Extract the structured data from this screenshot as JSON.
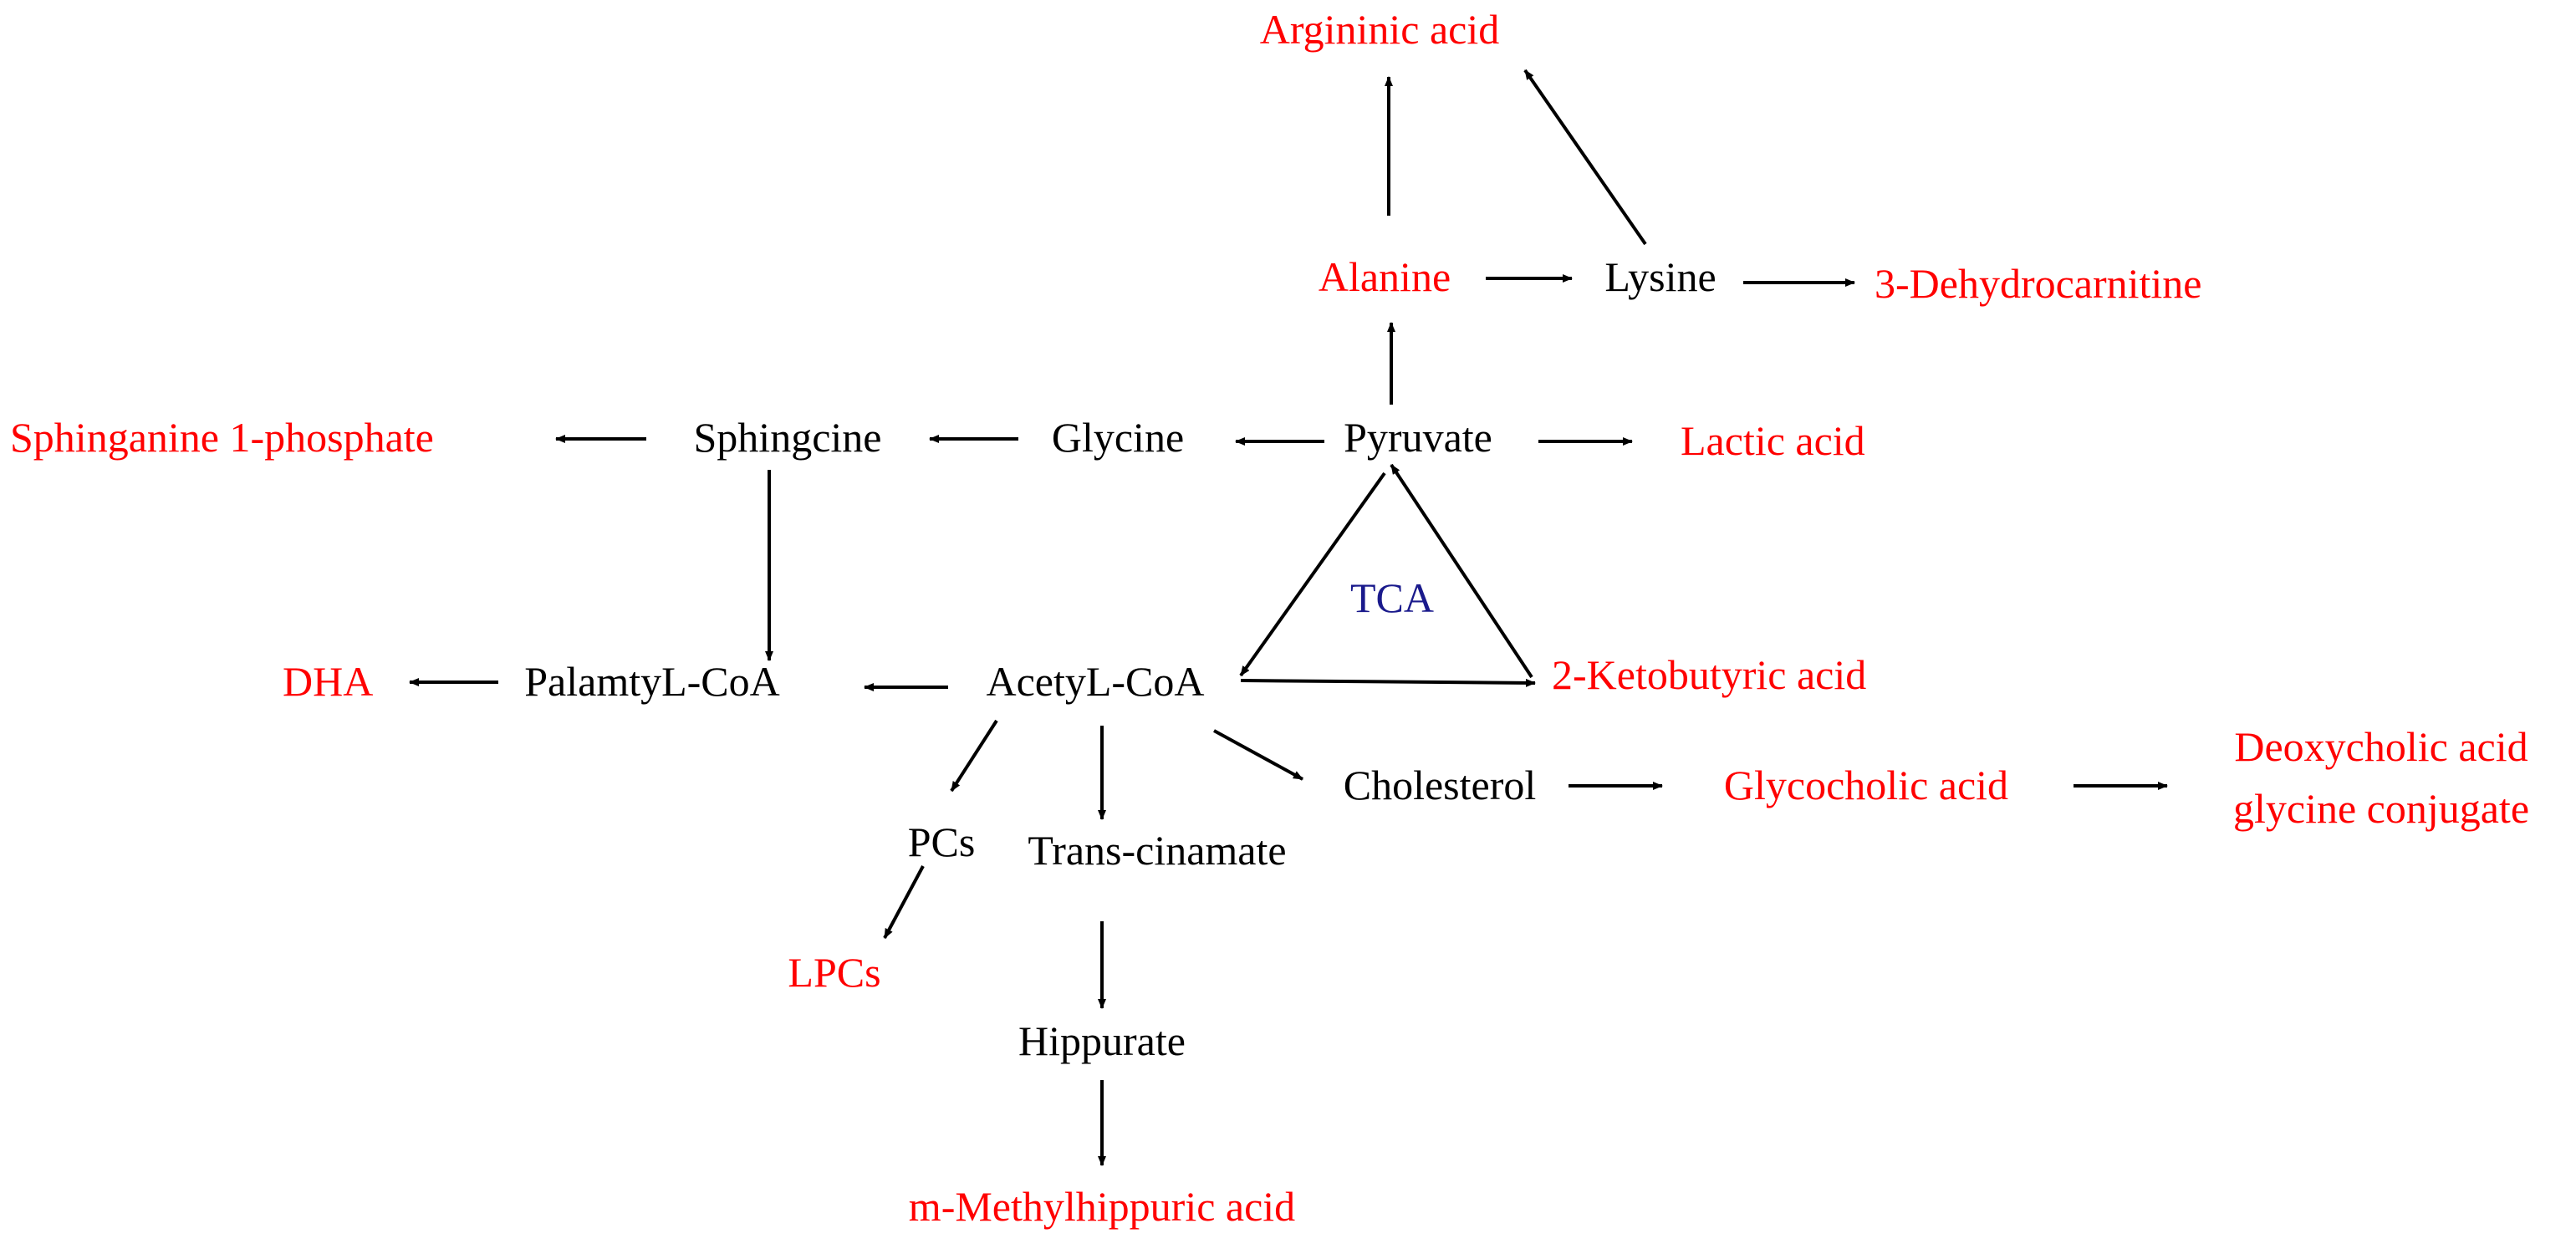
{
  "colors": {
    "metabolite": "#ff0000",
    "intermediate": "#000000",
    "cycle": "#1a1a8c"
  },
  "nodes": {
    "argininic_acid": {
      "label": "Argininic acid",
      "kind": "metabolite"
    },
    "alanine": {
      "label": "Alanine",
      "kind": "metabolite"
    },
    "lysine": {
      "label": "Lysine",
      "kind": "intermediate"
    },
    "dehydrocarnitine": {
      "label": "3-Dehydrocarnitine",
      "kind": "metabolite"
    },
    "sphinganine_phosphate": {
      "label": "Sphinganine 1-phosphate",
      "kind": "metabolite"
    },
    "sphingcine": {
      "label": "Sphingcine",
      "kind": "intermediate"
    },
    "glycine": {
      "label": "Glycine",
      "kind": "intermediate"
    },
    "pyruvate": {
      "label": "Pyruvate",
      "kind": "intermediate"
    },
    "lactic_acid": {
      "label": "Lactic acid",
      "kind": "metabolite"
    },
    "tca": {
      "label": "TCA",
      "kind": "cycle"
    },
    "dha": {
      "label": "DHA",
      "kind": "metabolite"
    },
    "palamtyl_coa": {
      "label": "PalamtyL-CoA",
      "kind": "intermediate"
    },
    "acetyl_coa": {
      "label": "AcetyL-CoA",
      "kind": "intermediate"
    },
    "ketobutyric_acid": {
      "label": "2-Ketobutyric acid",
      "kind": "metabolite"
    },
    "cholesterol": {
      "label": "Cholesterol",
      "kind": "intermediate"
    },
    "glycocholic_acid": {
      "label": "Glycocholic acid",
      "kind": "metabolite"
    },
    "deoxycholic_line1": {
      "label": "Deoxycholic acid",
      "kind": "metabolite"
    },
    "deoxycholic_line2": {
      "label": "glycine conjugate",
      "kind": "metabolite"
    },
    "pcs": {
      "label": "PCs",
      "kind": "intermediate"
    },
    "trans_cinamate": {
      "label": "Trans-cinamate",
      "kind": "intermediate"
    },
    "lpcs": {
      "label": "LPCs",
      "kind": "metabolite"
    },
    "hippurate": {
      "label": "Hippurate",
      "kind": "intermediate"
    },
    "methylhippuric_acid": {
      "label": "m-Methylhippuric acid",
      "kind": "metabolite"
    }
  },
  "edges": [
    {
      "from": "alanine",
      "to": "argininic_acid"
    },
    {
      "from": "lysine",
      "to": "argininic_acid"
    },
    {
      "from": "alanine",
      "to": "lysine"
    },
    {
      "from": "lysine",
      "to": "dehydrocarnitine"
    },
    {
      "from": "pyruvate",
      "to": "alanine"
    },
    {
      "from": "pyruvate",
      "to": "glycine"
    },
    {
      "from": "pyruvate",
      "to": "lactic_acid"
    },
    {
      "from": "glycine",
      "to": "sphingcine"
    },
    {
      "from": "sphingcine",
      "to": "sphinganine_phosphate"
    },
    {
      "from": "sphingcine",
      "to": "palamtyl_coa"
    },
    {
      "from": "palamtyl_coa",
      "to": "dha"
    },
    {
      "from": "acetyl_coa",
      "to": "palamtyl_coa"
    },
    {
      "from": "pyruvate",
      "to": "acetyl_coa"
    },
    {
      "from": "acetyl_coa",
      "to": "ketobutyric_acid"
    },
    {
      "from": "ketobutyric_acid",
      "to": "pyruvate"
    },
    {
      "from": "acetyl_coa",
      "to": "pcs"
    },
    {
      "from": "acetyl_coa",
      "to": "trans_cinamate"
    },
    {
      "from": "acetyl_coa",
      "to": "cholesterol"
    },
    {
      "from": "cholesterol",
      "to": "glycocholic_acid"
    },
    {
      "from": "glycocholic_acid",
      "to": "deoxycholic_acid"
    },
    {
      "from": "pcs",
      "to": "lpcs"
    },
    {
      "from": "trans_cinamate",
      "to": "hippurate"
    },
    {
      "from": "hippurate",
      "to": "methylhippuric_acid"
    }
  ]
}
